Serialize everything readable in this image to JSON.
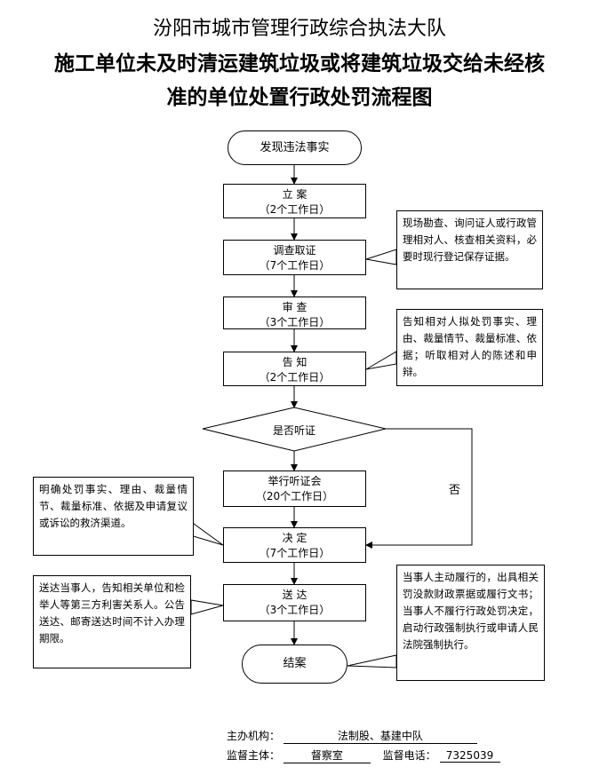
{
  "title": {
    "line1": "汾阳市城市管理行政综合执法大队",
    "line2": "施工单位未及时清运建筑垃圾或将建筑垃圾交给未经核",
    "line3": "准的单位处置行政处罚流程图"
  },
  "nodes": {
    "start": "发现违法事实",
    "lian": {
      "name": "立  案",
      "days": "（2个工作日）"
    },
    "diaocha": {
      "name": "调查取证",
      "days": "（7个工作日）"
    },
    "shencha": {
      "name": "审  查",
      "days": "（3个工作日）"
    },
    "gaozhi": {
      "name": "告  知",
      "days": "（2个工作日）"
    },
    "decision": "是否听证",
    "tingzheng": {
      "name": "举行听证会",
      "days": "（20个工作日）"
    },
    "jueding": {
      "name": "决  定",
      "days": "（7个工作日）"
    },
    "songda": {
      "name": "送  达",
      "days": "（3个工作日）"
    },
    "end": "结案",
    "no_label": "否"
  },
  "notes": {
    "diaocha": "现场勘查、询问证人或行政管理相对人、核查相关资料，必要时现行登记保存证据。",
    "gaozhi": "告知相对人拟处罚事实、理由、裁量情节、裁量标准、依据；听取相对人的陈述和申辩。",
    "jueding": "明确处罚事实、理由、裁量情节、裁量标准、依据及申请复议或诉讼的救济渠道。",
    "songda": "送达当事人，告知相关单位和检举人等第三方利害关系人。公告送达、邮寄送达时间不计入办理期限。",
    "end": "当事人主动履行的，出具相关罚没款财政票据或履行文书；当事人不履行行政处罚决定，启动行政强制执行或申请人民法院强制执行。"
  },
  "footer": {
    "org_label": "主办机构：",
    "org_value": "法制股、基建中队",
    "supervisor_label": "监督主体：",
    "supervisor_value": "督察室",
    "phone_label": "监督电话：",
    "phone_value": "7325039"
  }
}
